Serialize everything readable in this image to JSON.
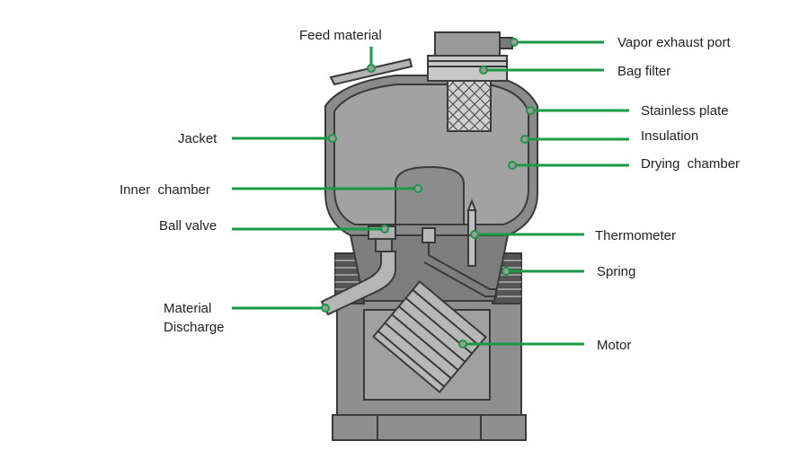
{
  "colors": {
    "accent": "#1a9a45",
    "machine_body": "#8f8f8f",
    "machine_dark": "#6e6e6e",
    "machine_light": "#a9a9a9",
    "outline": "#3a3a3a",
    "text": "#222222"
  },
  "labels": {
    "feed_material": "Feed material",
    "vapor_exhaust_port": "Vapor exhaust port",
    "bag_filter": "Bag filter",
    "stainless_plate": "Stainless plate",
    "insulation": "Insulation",
    "drying_chamber": "Drying  chamber",
    "jacket": "Jacket",
    "inner_chamber": "Inner  chamber",
    "ball_valve": "Ball valve",
    "thermometer": "Thermometer",
    "spring": "Spring",
    "material_discharge_line1": "Material",
    "material_discharge_line2": "Discharge",
    "motor": "Motor"
  }
}
